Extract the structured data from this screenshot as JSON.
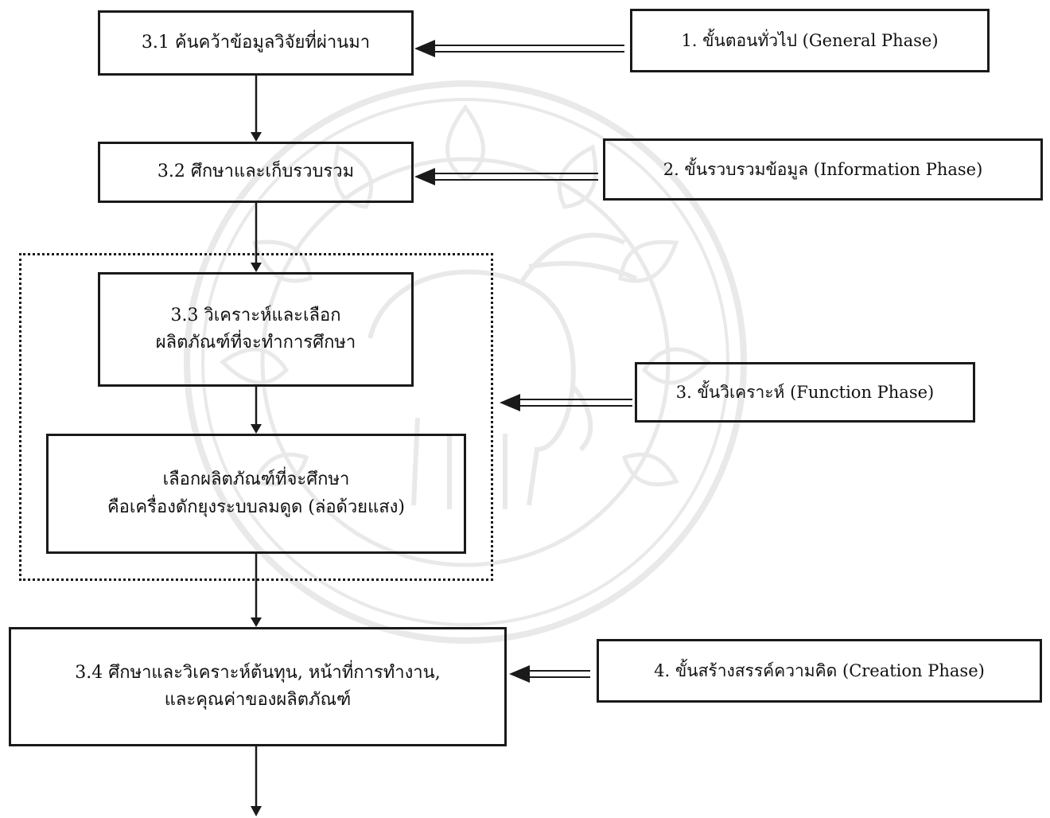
{
  "steps": {
    "s31": {
      "line1": "3.1  ค้นคว้าข้อมูลวิจัยที่ผ่านมา"
    },
    "s32": {
      "line1": "3.2  ศึกษาและเก็บรวบรวม"
    },
    "s33": {
      "line1": "3.3  วิเคราะห์และเลือก",
      "line2": "ผลิตภัณฑ์ที่จะทำการศึกษา"
    },
    "select": {
      "line1": "เลือกผลิตภัณฑ์ที่จะศึกษา",
      "line2": "คือเครื่องดักยุงระบบลมดูด  (ล่อด้วยแสง)"
    },
    "s34": {
      "line1": "3.4  ศึกษาและวิเคราะห์ต้นทุน, หน้าที่การทำงาน,",
      "line2": "และคุณค่าของผลิตภัณฑ์"
    }
  },
  "phases": {
    "p1": "1. ขั้นตอนทั่วไป (General Phase)",
    "p2": "2. ขั้นรวบรวมข้อมูล (Information Phase)",
    "p3": "3. ขั้นวิเคราะห์ (Function Phase)",
    "p4": "4. ขั้นสร้างสรรค์ความคิด (Creation Phase)"
  },
  "colors": {
    "line": "#1a1a1a",
    "watermark": "#888888"
  },
  "watermark_icon": "university-seal-watermark-icon"
}
